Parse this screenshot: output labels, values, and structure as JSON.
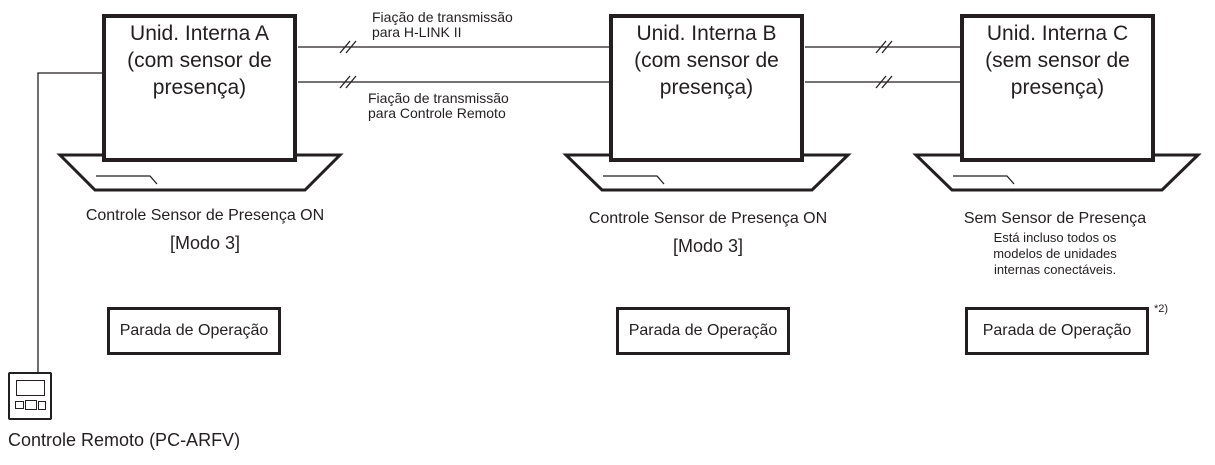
{
  "units": [
    {
      "id": "a",
      "label_line1": "Unid. Interna A",
      "label_line2": "(com sensor de",
      "label_line3": "presença)"
    },
    {
      "id": "b",
      "label_line1": "Unid. Interna B",
      "label_line2": "(com sensor de",
      "label_line3": "presença)"
    },
    {
      "id": "c",
      "label_line1": "Unid. Interna C",
      "label_line2": "(sem sensor de",
      "label_line3": "presença)"
    }
  ],
  "wiring": {
    "hlink_line1": "Fiação de transmissão",
    "hlink_line2": "para H-LINK II",
    "remote_line1": "Fiação de transmissão",
    "remote_line2": "para Controle Remoto"
  },
  "captions": {
    "a_status": "Controle Sensor de Presença ON",
    "a_mode": "[Modo 3]",
    "b_status": "Controle Sensor de Presença ON",
    "b_mode": "[Modo 3]",
    "c_status": "Sem Sensor de Presença",
    "c_note1": "Está incluso todos os",
    "c_note2": "modelos de unidades",
    "c_note3": "internas conectáveis."
  },
  "operation": {
    "a_label": "Parada de Operação",
    "b_label": "Parada de Operação",
    "c_label": "Parada de Operação",
    "c_footnote": "*2)"
  },
  "remote": {
    "caption": "Controle Remoto (PC-ARFV)"
  }
}
